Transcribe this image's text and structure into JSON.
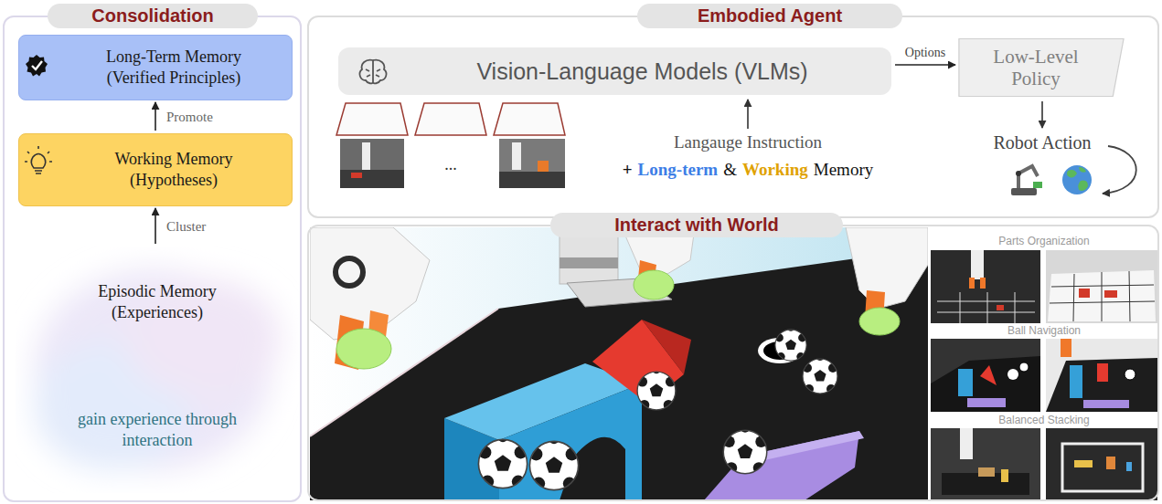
{
  "diagram": {
    "nodes": [
      {
        "text": [
          "Consolidation"
        ]
      },
      {
        "text": [
          "Long-Term Memory (Verified Principles)"
        ],
        "in": 0
      },
      {
        "text": [
          "Working Memory (Hypotheses)"
        ],
        "in": 0
      },
      {
        "text": [
          "Episodic Memory (Experiences)",
          "gain experience through interaction"
        ],
        "in": 0
      },
      {
        "text": [
          "Embodied Agent"
        ]
      },
      {
        "text": [
          "Vision-Language Models (VLMs)"
        ],
        "in": 4
      },
      {
        "text": [
          "Low-Level Policy"
        ],
        "in": 4
      },
      {
        "text": [
          "Interact with World"
        ]
      }
    ],
    "edges": [
      {
        "from": 2,
        "to": 1,
        "arrow": "to",
        "label": "Promote"
      },
      {
        "from": 3,
        "to": 2,
        "arrow": "to",
        "label": "Cluster"
      },
      {
        "from": 5,
        "to": 6,
        "arrow": "to",
        "label": "Options"
      }
    ],
    "labels": [
      "...",
      "Langauge Instruction",
      "+",
      "Long-term",
      "&",
      "Working",
      "Memory",
      "Robot Action",
      "Parts Organization",
      "Ball Navigation",
      "Balanced Stacking"
    ]
  }
}
